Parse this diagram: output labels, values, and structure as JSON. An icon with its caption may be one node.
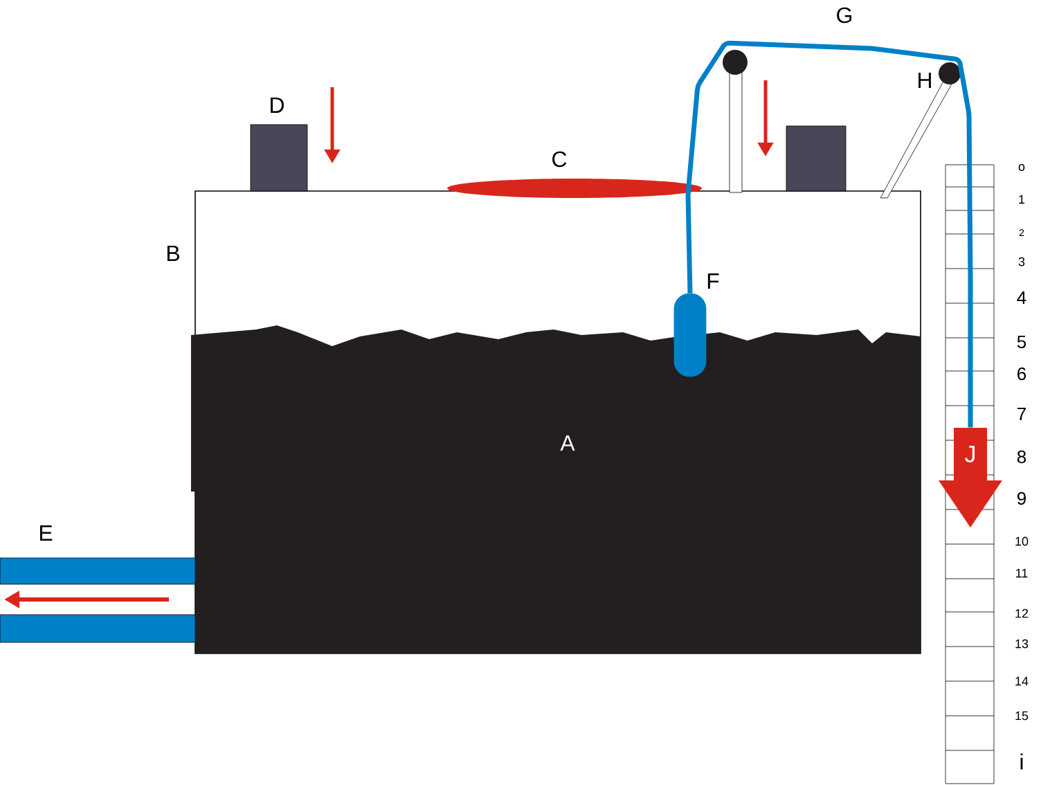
{
  "diagram": {
    "nodes": [
      {
        "text": [],
        "shape": "capsule",
        "beside": [
          "F"
        ]
      },
      {
        "text": [
          "J"
        ]
      }
    ],
    "edges": [
      {
        "from": 0,
        "to": 1,
        "arrow": "none"
      }
    ],
    "labels": [
      "A",
      "B",
      "C",
      "D",
      "E",
      "G",
      "H",
      "o",
      "1",
      "2",
      "3",
      "4",
      "5",
      "6",
      "7",
      "8",
      "9",
      "10",
      "11",
      "12",
      "13",
      "14",
      "15",
      "i"
    ]
  }
}
